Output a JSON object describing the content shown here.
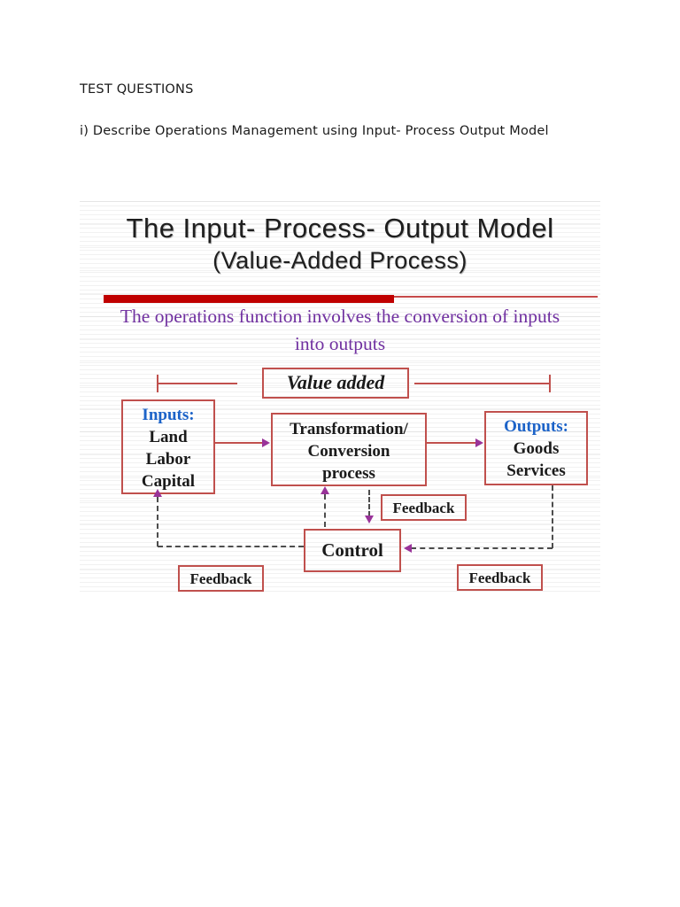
{
  "document": {
    "heading": "TEST QUESTIONS",
    "question": "i) Describe Operations Management using Input- Process Output Model"
  },
  "slide": {
    "title_line1": "The Input- Process- Output Model",
    "title_line2": "(Value-Added Process)",
    "subtitle_line1": "The operations function involves the conversion of inputs",
    "subtitle_line2": "into outputs",
    "value_added_label": "Value added",
    "inputs_box": {
      "title": "Inputs:",
      "items": [
        "Land",
        "Labor",
        "Capital"
      ]
    },
    "process_box": {
      "lines": [
        "Transformation/",
        "Conversion",
        "process"
      ]
    },
    "outputs_box": {
      "title": "Outputs:",
      "items": [
        "Goods",
        "Services"
      ]
    },
    "control_label": "Control",
    "feedback_labels": {
      "middle": "Feedback",
      "bottom_left": "Feedback",
      "bottom_right": "Feedback"
    },
    "colors": {
      "box_border": "#c0504d",
      "accent_bar": "#c00000",
      "subtitle_purple": "#7030a0",
      "label_blue": "#1c63c8",
      "arrowhead_magenta": "#993399",
      "dashed_gray": "#4d4d4d",
      "text_black": "#1a1a1a"
    }
  }
}
